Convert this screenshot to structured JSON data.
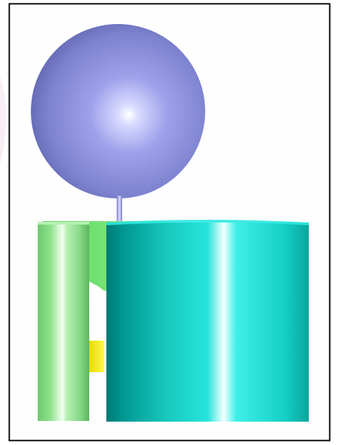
{
  "scene": {
    "background_color": "#fefefe",
    "frame_border_color": "#000000",
    "faint_tint_color": "#f6eaf2",
    "objects": [
      {
        "name": "sphere",
        "color": "#8b8fdb"
      },
      {
        "name": "sphere-stem",
        "color": "#a9acd8"
      },
      {
        "name": "green-cylinder-small",
        "color": "#8fe28c"
      },
      {
        "name": "green-block",
        "color": "#7be47e"
      },
      {
        "name": "yellow-block",
        "color": "#f2ec00"
      },
      {
        "name": "cyan-cylinder-large",
        "color": "#19d9cf"
      }
    ]
  }
}
